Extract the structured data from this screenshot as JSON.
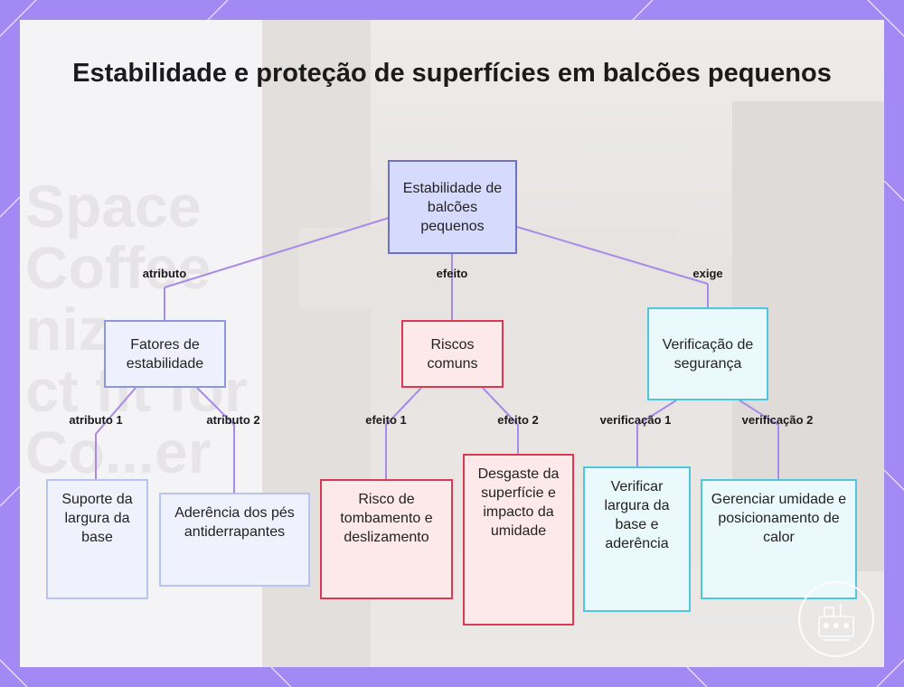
{
  "title": "Estabilidade e proteção de superfícies em balcões pequenos",
  "background_text": [
    "Space",
    "Coffee",
    "niz",
    "ct fit for",
    "Co...er"
  ],
  "nodes": {
    "root": "Estabilidade de balcões pequenos",
    "fatores": "Fatores de estabilidade",
    "riscos": "Riscos comuns",
    "verificacao": "Verificação de segurança",
    "suporte": "Suporte da largura da base",
    "aderencia": "Aderência dos pés antiderrapantes",
    "tombamento": "Risco de tombamento e deslizamento",
    "desgaste": "Desgaste da superfície e impacto da umidade",
    "verificar": "Verificar largura da base e aderência",
    "gerenciar": "Gerenciar umidade e posicionamento de calor"
  },
  "edges": {
    "atributo": "atributo",
    "efeito": "efeito",
    "exige": "exige",
    "atributo1": "atributo 1",
    "atributo2": "atributo 2",
    "efeito1": "efeito 1",
    "efeito2": "efeito 2",
    "verificacao1": "verificação 1",
    "verificacao2": "verificação 2"
  },
  "colors": {
    "frame": "#a389f4",
    "connector": "#a98ae6",
    "root": "#6c72c9",
    "risk": "#d93a52",
    "check": "#4fc6dc"
  }
}
